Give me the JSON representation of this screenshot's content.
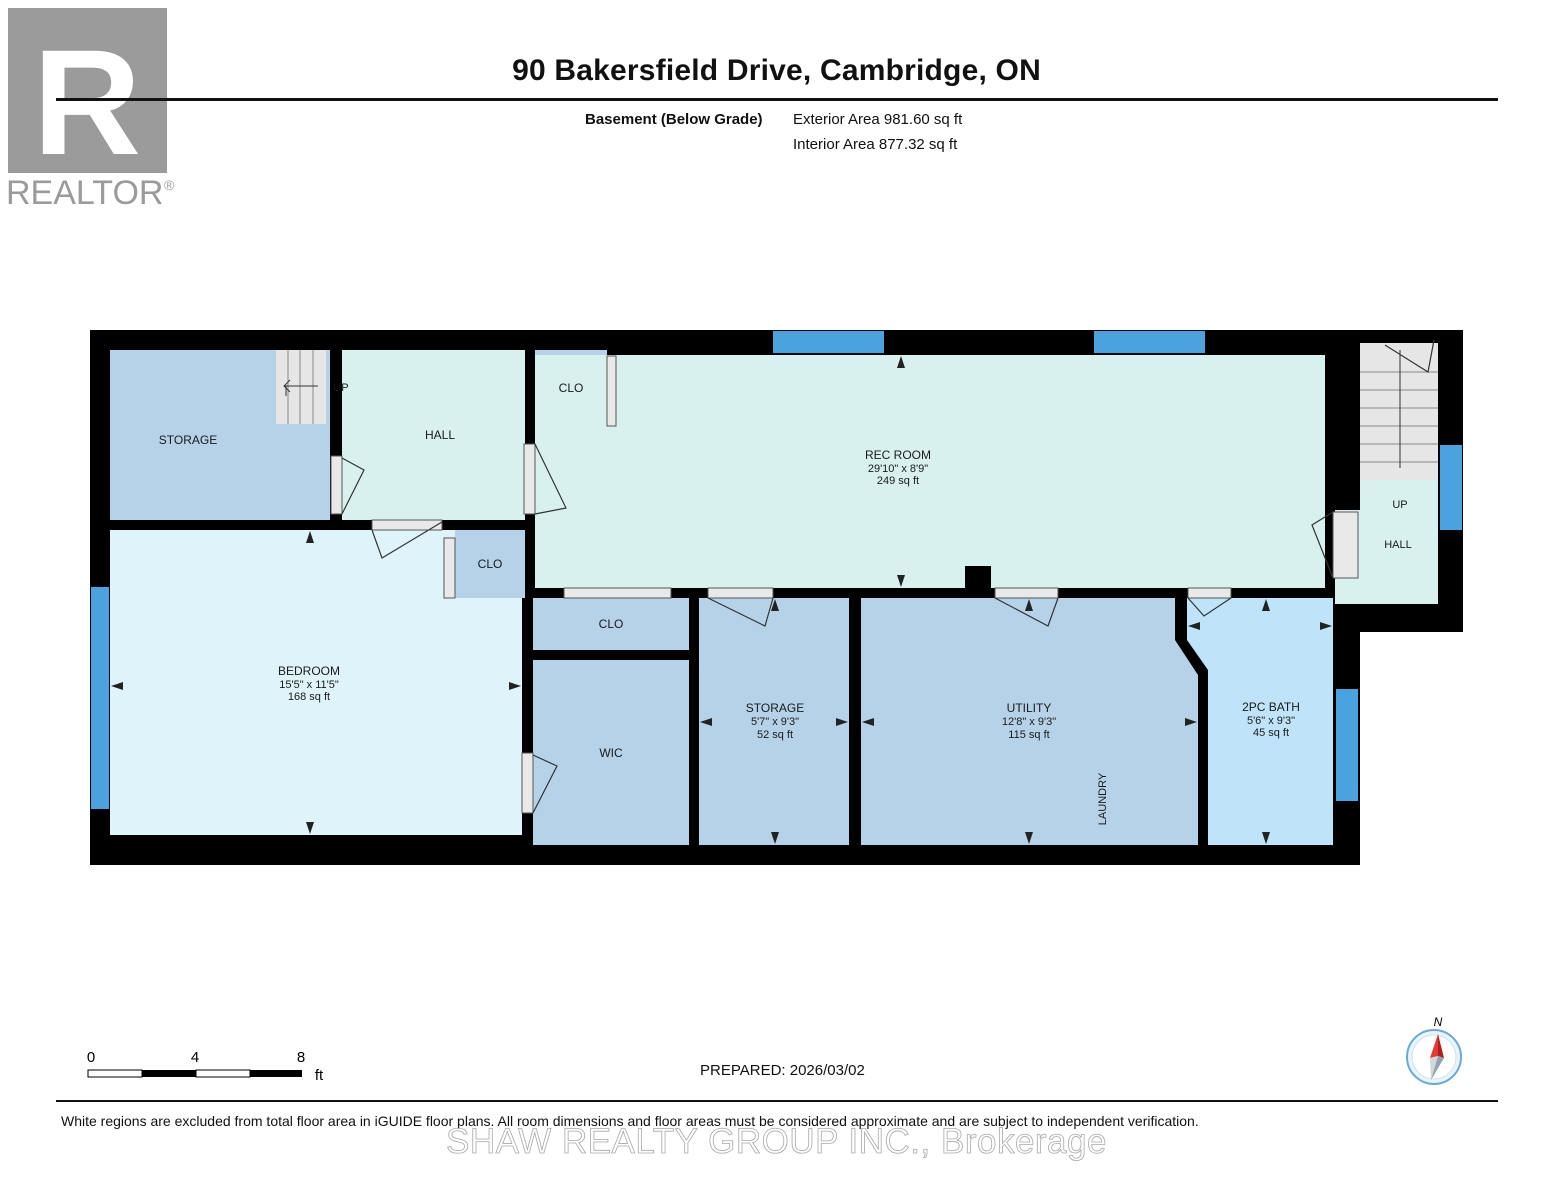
{
  "header": {
    "address": "90 Bakersfield Drive, Cambridge, ON",
    "level": "Basement (Below Grade)",
    "exterior_area": "Exterior Area 981.60 sq ft",
    "interior_area": "Interior Area 877.32 sq ft"
  },
  "logo": {
    "letter": "R",
    "text": "REALTOR",
    "mark": "®"
  },
  "rooms": {
    "storage_nw": {
      "name": "STORAGE"
    },
    "hall_w": {
      "name": "HALL",
      "stairs": "UP"
    },
    "clo_top": {
      "name": "CLO"
    },
    "rec_room": {
      "name": "REC ROOM",
      "dims": "29'10\" x 8'9\"",
      "area": "249 sq ft"
    },
    "bedroom": {
      "name": "BEDROOM",
      "dims": "15'5\" x 11'5\"",
      "area": "168 sq ft"
    },
    "clo_bed": {
      "name": "CLO"
    },
    "clo_mid": {
      "name": "CLO"
    },
    "wic": {
      "name": "WIC"
    },
    "storage_s": {
      "name": "STORAGE",
      "dims": "5'7\" x 9'3\"",
      "area": "52 sq ft"
    },
    "utility": {
      "name": "UTILITY",
      "dims": "12'8\" x 9'3\"",
      "area": "115 sq ft",
      "note": "LAUNDRY"
    },
    "bath": {
      "name": "2PC BATH",
      "dims": "5'6\" x 9'3\"",
      "area": "45 sq ft"
    },
    "hall_e": {
      "name": "HALL",
      "stairs": "UP"
    }
  },
  "scale_bar": {
    "ticks": [
      "0",
      "4",
      "8"
    ],
    "unit": "ft"
  },
  "compass": {
    "label": "N"
  },
  "footer": {
    "prepared": "PREPARED: 2026/03/02",
    "disclaimer": "White regions are excluded from total floor area in iGUIDE floor plans. All room dimensions and floor areas must be considered approximate and are subject to independent verification.",
    "watermark": "SHAW REALTY GROUP INC., Brokerage"
  },
  "colors": {
    "wall": "#000000",
    "storage_fill": "#b5d2e8",
    "hall_fill": "#d8f1ef",
    "bedroom_fill": "#dff3fa",
    "bath_fill": "#bfe4f9",
    "window": "#4aa3df",
    "stairs": "#e6e6e6"
  }
}
